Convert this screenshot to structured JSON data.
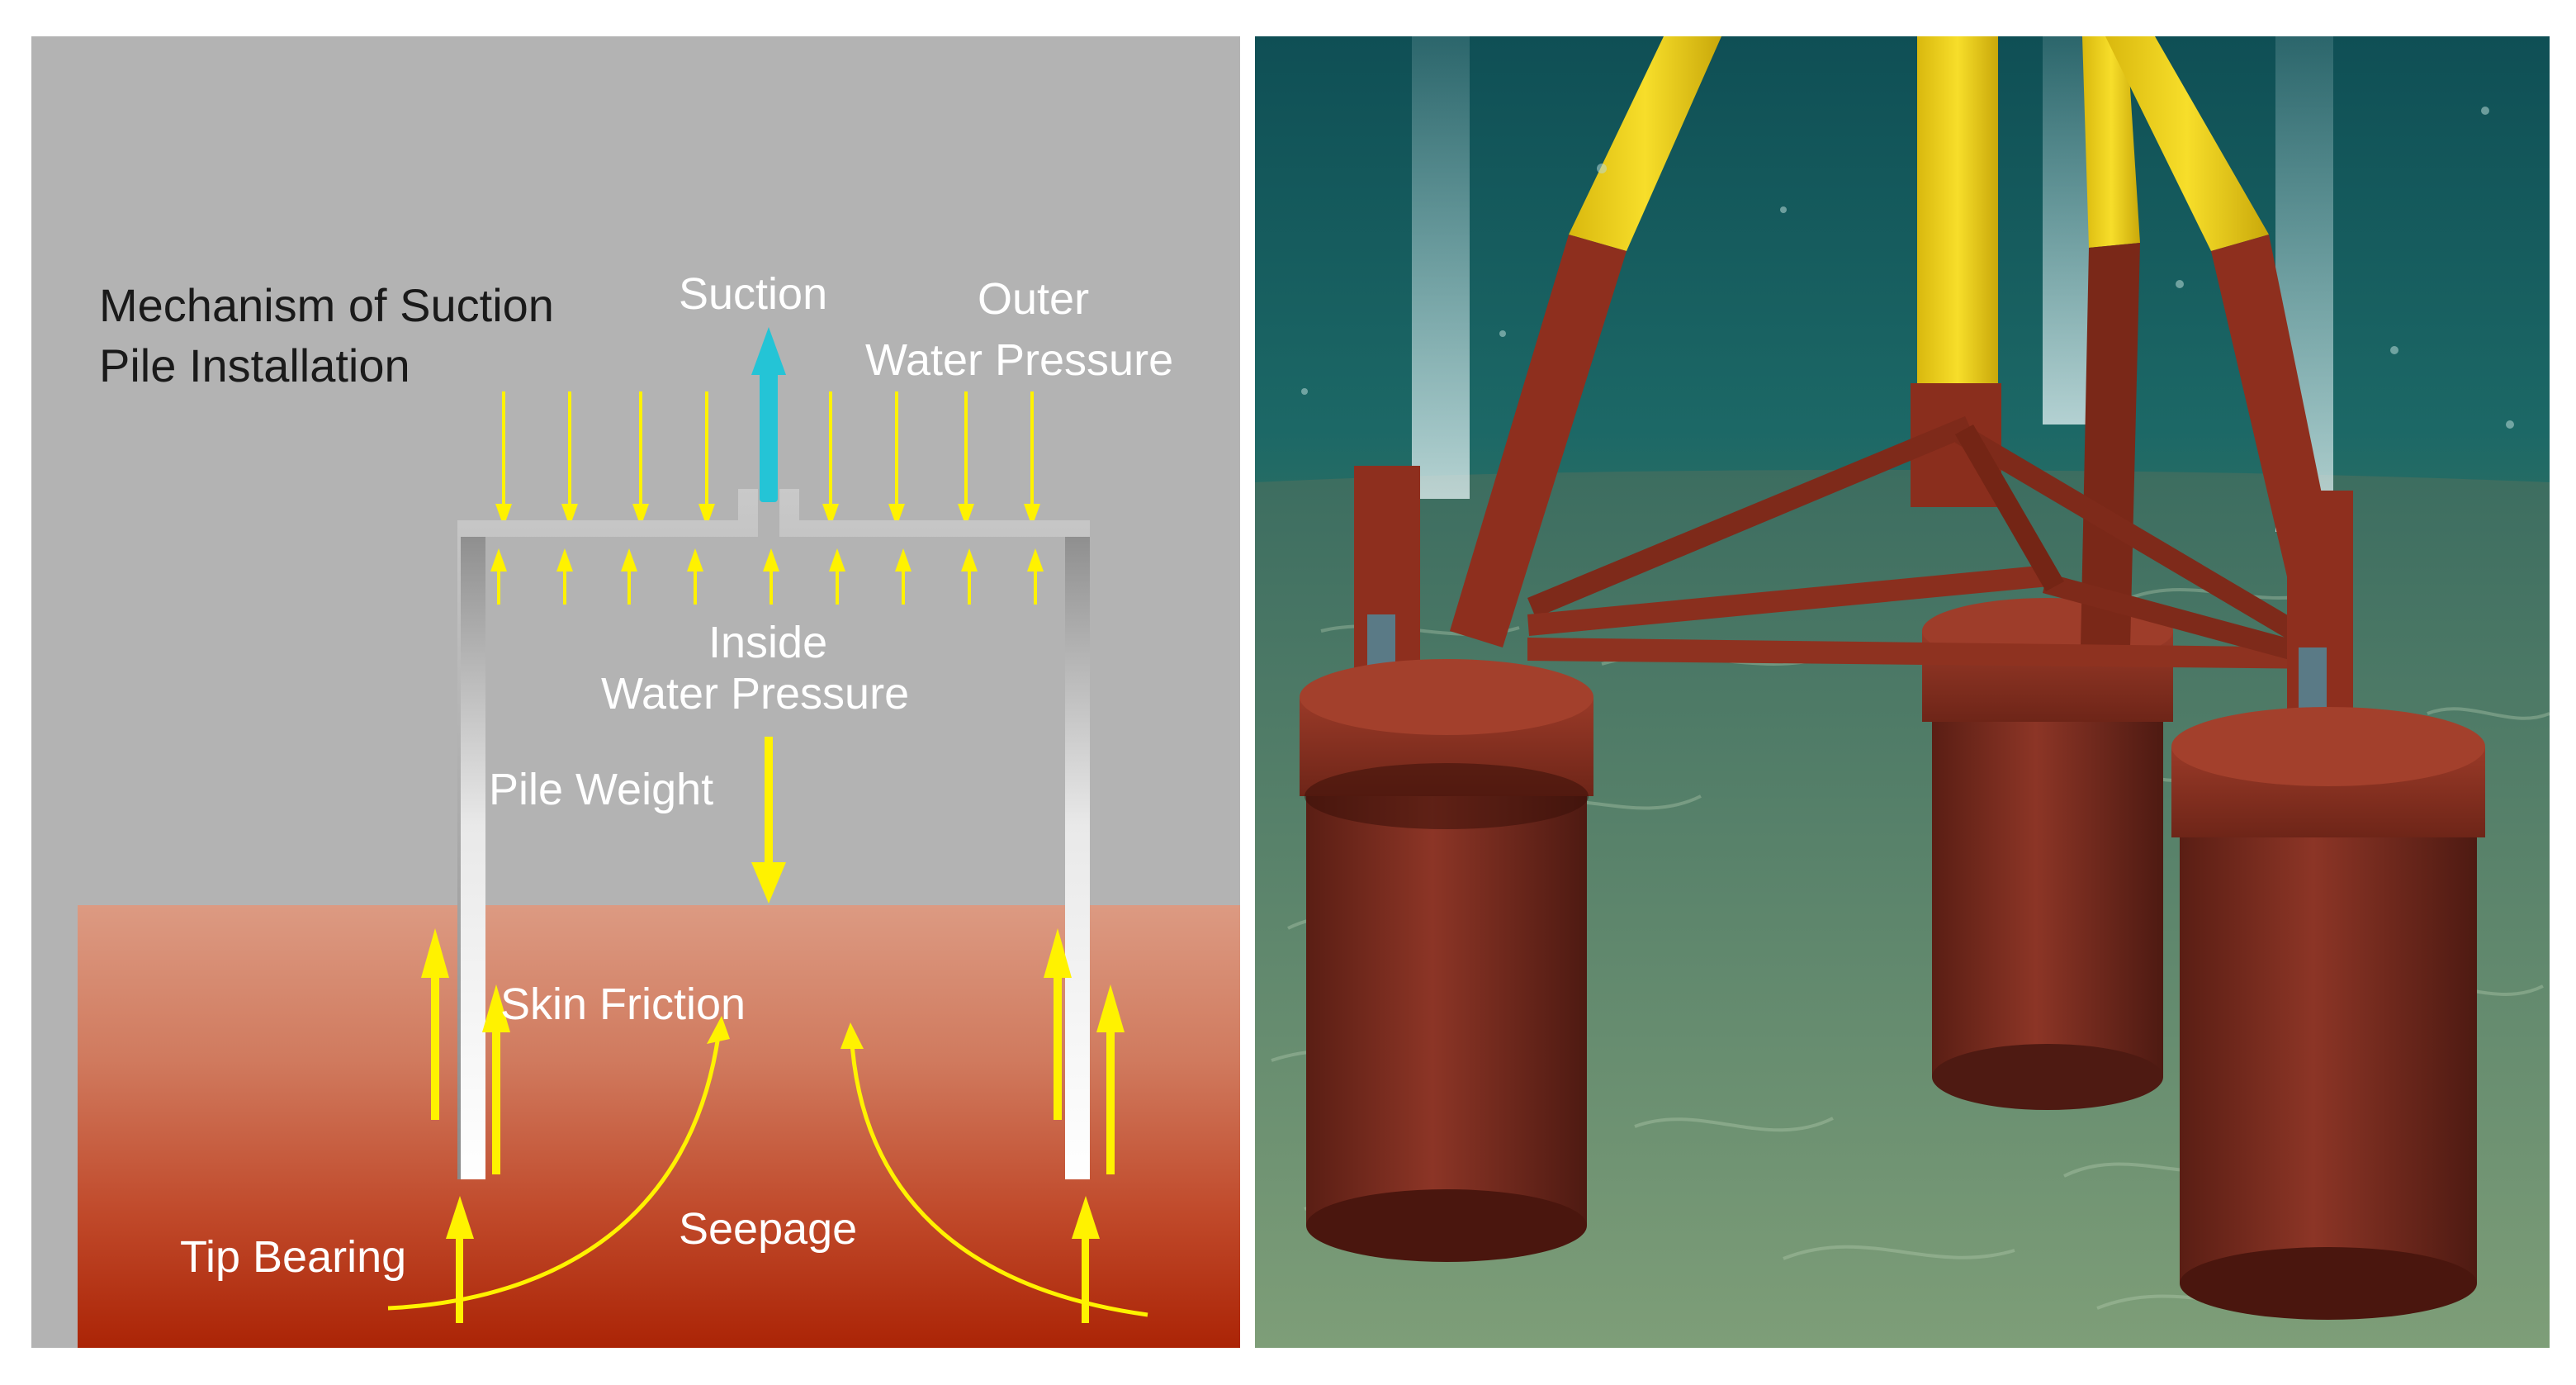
{
  "left_panel": {
    "title_line1": "Mechanism of Suction",
    "title_line2": "Pile Installation",
    "suction": "Suction",
    "outer_line1": "Outer",
    "outer_line2": "Water Pressure",
    "inside_line1": "Inside",
    "inside_line2": "Water Pressure",
    "pile_weight": "Pile Weight",
    "skin_friction": "Skin Friction",
    "seepage": "Seepage",
    "tip_bearing": "Tip Bearing"
  },
  "right_panel": {
    "description": "3D render of a tripod jacket foundation standing on three suction buckets on the seabed"
  },
  "colors": {
    "water_gray": "#b3b3b3",
    "arrow_yellow": "#fff200",
    "suction_cyan": "#24c4d6",
    "soil_top": "#d8937a",
    "soil_bottom": "#b12a07",
    "pile_rust": "#8e2f1e",
    "jacket_yellow": "#f2d21a",
    "sea_green": "#3f6e5e"
  }
}
